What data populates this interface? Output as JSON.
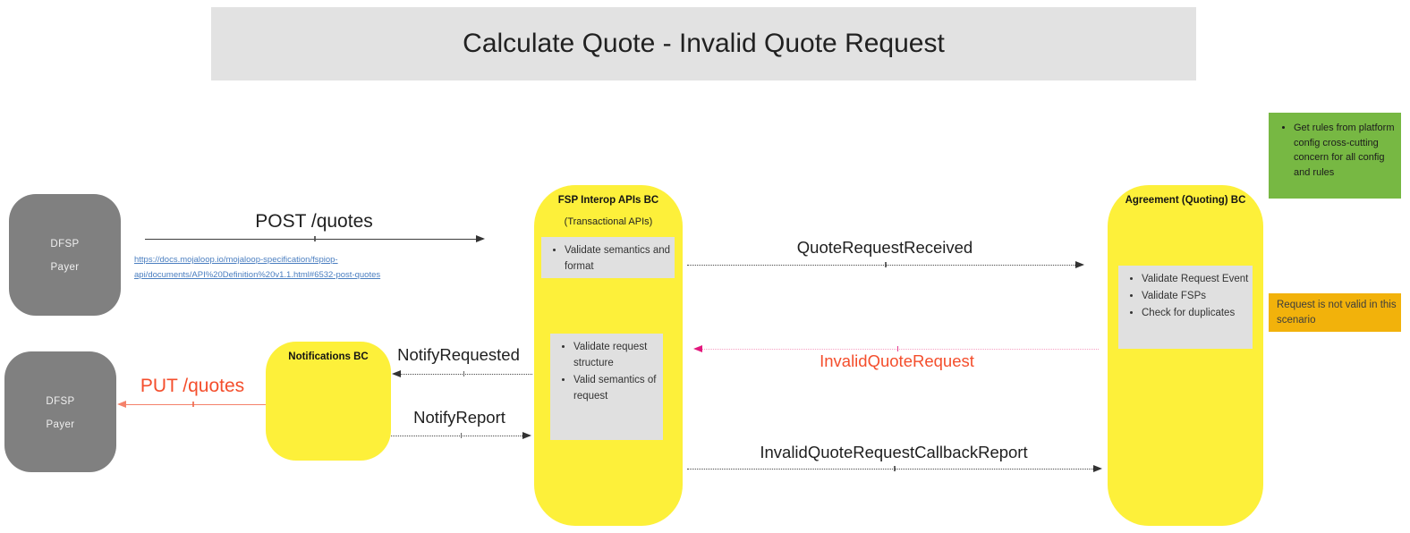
{
  "title": "Calculate Quote - Invalid Quote Request",
  "colors": {
    "titlebar_bg": "#e2e2e2",
    "actor_gray": "#808080",
    "component_yellow": "#fdf03a",
    "inner_note_gray": "#e0e0e0",
    "green_note_bg": "#77b843",
    "orange_note_bg": "#f2b20b",
    "link_blue": "#4a7ec0",
    "error_red_text": "#f44e2c",
    "pink_dotted_line": "#f5a0c3",
    "magenta_arrowhead": "#e2187d",
    "salmon_line": "#f4826b",
    "black_line": "#3c3c3c"
  },
  "actors": {
    "dfsp_payer_top": {
      "line1": "DFSP",
      "line2": "Payer"
    },
    "dfsp_payer_bottom": {
      "line1": "DFSP",
      "line2": "Payer"
    }
  },
  "components": {
    "notifications": {
      "title": "Notifications BC"
    },
    "fsp_interop": {
      "title": "FSP Interop APIs BC",
      "subtitle": "(Transactional APIs)",
      "note1": [
        "Validate semantics and format"
      ],
      "note2": [
        "Validate request structure",
        "Valid semantics of request"
      ]
    },
    "agreement": {
      "title": "Agreement (Quoting) BC",
      "note": [
        "Validate Request Event",
        "Validate FSPs",
        "Check for duplicates"
      ]
    }
  },
  "side_notes": {
    "green": [
      "Get rules from platform config cross-cutting concern for all config and rules"
    ],
    "orange": "Request is not valid in this scenario"
  },
  "messages": {
    "post_quotes": "POST /quotes",
    "spec_link_line1": "https://docs.mojaloop.io/mojaloop-specification/fspiop-",
    "spec_link_line2": "api/documents/API%20Definition%20v1.1.html#6532-post-quotes",
    "quote_request_received": "QuoteRequestReceived",
    "invalid_quote_request": "InvalidQuoteRequest",
    "notify_requested": "NotifyRequested",
    "notify_report": "NotifyReport",
    "put_quotes": "PUT /quotes",
    "invalid_quote_request_callback_report": "InvalidQuoteRequestCallbackReport"
  }
}
